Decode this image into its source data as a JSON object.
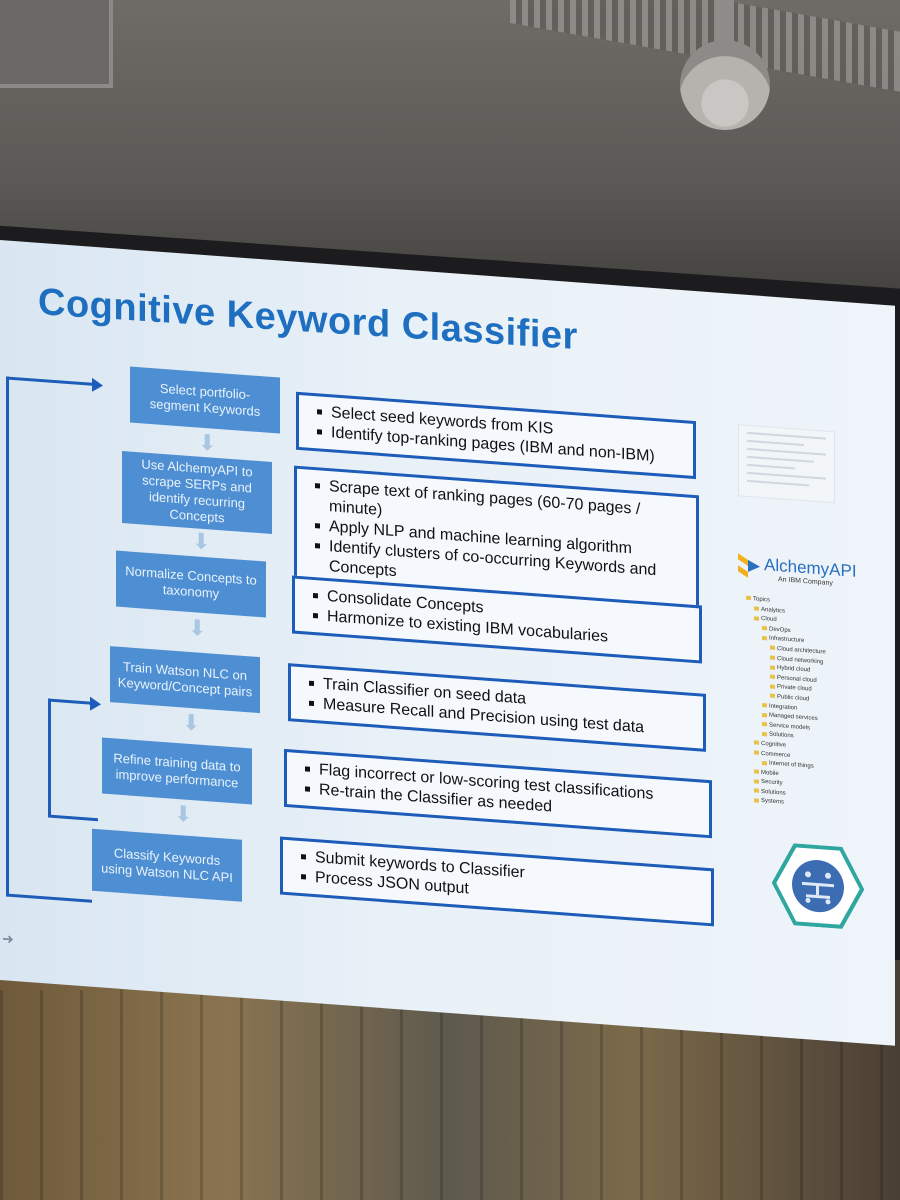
{
  "slide": {
    "title": "Cognitive Keyword Classifier",
    "steps": [
      {
        "label": "Select portfolio-segment Keywords",
        "details": [
          "Select seed keywords from KIS",
          "Identify top-ranking pages (IBM and non-IBM)"
        ]
      },
      {
        "label": "Use AlchemyAPI to scrape SERPs and identify recurring Concepts",
        "details": [
          "Scrape text of ranking pages (60-70 pages / minute)",
          "Apply NLP and machine learning algorithm",
          "Identify clusters of co-occurring Keywords and Concepts"
        ]
      },
      {
        "label": "Normalize Concepts to taxonomy",
        "details": [
          "Consolidate Concepts",
          "Harmonize to existing IBM vocabularies"
        ]
      },
      {
        "label": "Train Watson NLC on Keyword/Concept pairs",
        "details": [
          "Train Classifier on seed data",
          "Measure Recall and Precision using test data"
        ]
      },
      {
        "label": "Refine training data to improve performance",
        "details": [
          "Flag incorrect or low-scoring test classifications",
          "Re-train the Classifier as needed"
        ]
      },
      {
        "label": "Classify Keywords using Watson NLC API",
        "details": [
          "Submit keywords to Classifier",
          "Process JSON output"
        ]
      }
    ],
    "alchemy": {
      "name": "AlchemyAPI",
      "tagline": "An IBM Company"
    },
    "taxonomy_tree": [
      "Topics",
      "Analytics",
      "Cloud",
      "DevOps",
      "Infrastructure",
      "Cloud architecture",
      "Cloud networking",
      "Hybrid cloud",
      "Personal cloud",
      "Private cloud",
      "Public cloud",
      "Integration",
      "Managed services",
      "Service models",
      "Solutions",
      "Cognitive",
      "Commerce",
      "Internet of things",
      "Mobile",
      "Security",
      "Solutions",
      "Systems"
    ],
    "colors": {
      "title": "#1f6fc0",
      "step_box": "#4e8fd3",
      "detail_border": "#1d5cb8"
    }
  }
}
